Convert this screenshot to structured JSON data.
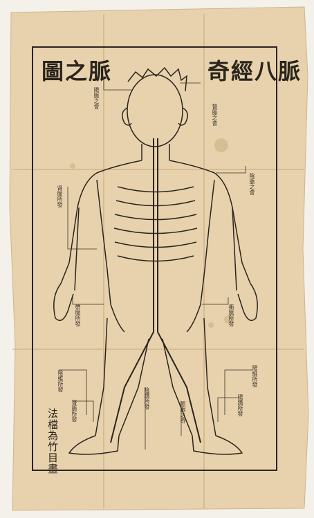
{
  "titles": {
    "right": "奇經八脈",
    "left": "圖之脈"
  },
  "signature": "法檔為竹目畫",
  "labels": [
    {
      "id": "l1",
      "text": "陽脈之會"
    },
    {
      "id": "l2",
      "text": "督脈之會"
    },
    {
      "id": "l3",
      "text": "陰脈之會"
    },
    {
      "id": "l4",
      "text": "肾脈所發"
    },
    {
      "id": "l5",
      "text": "帶脈所發"
    },
    {
      "id": "l6",
      "text": "衝脈所發"
    },
    {
      "id": "l7",
      "text": "陰維所發"
    },
    {
      "id": "l8",
      "text": "陽維所發"
    },
    {
      "id": "l9",
      "text": "督脈所發"
    },
    {
      "id": "l10",
      "text": "陽蹻所發"
    },
    {
      "id": "l11",
      "text": "陰蹻所發"
    },
    {
      "id": "l12",
      "text": "照跟之奇"
    }
  ],
  "colors": {
    "paper": "#e7d2ad",
    "ink": "#2a241c",
    "line": "#3b3025"
  }
}
